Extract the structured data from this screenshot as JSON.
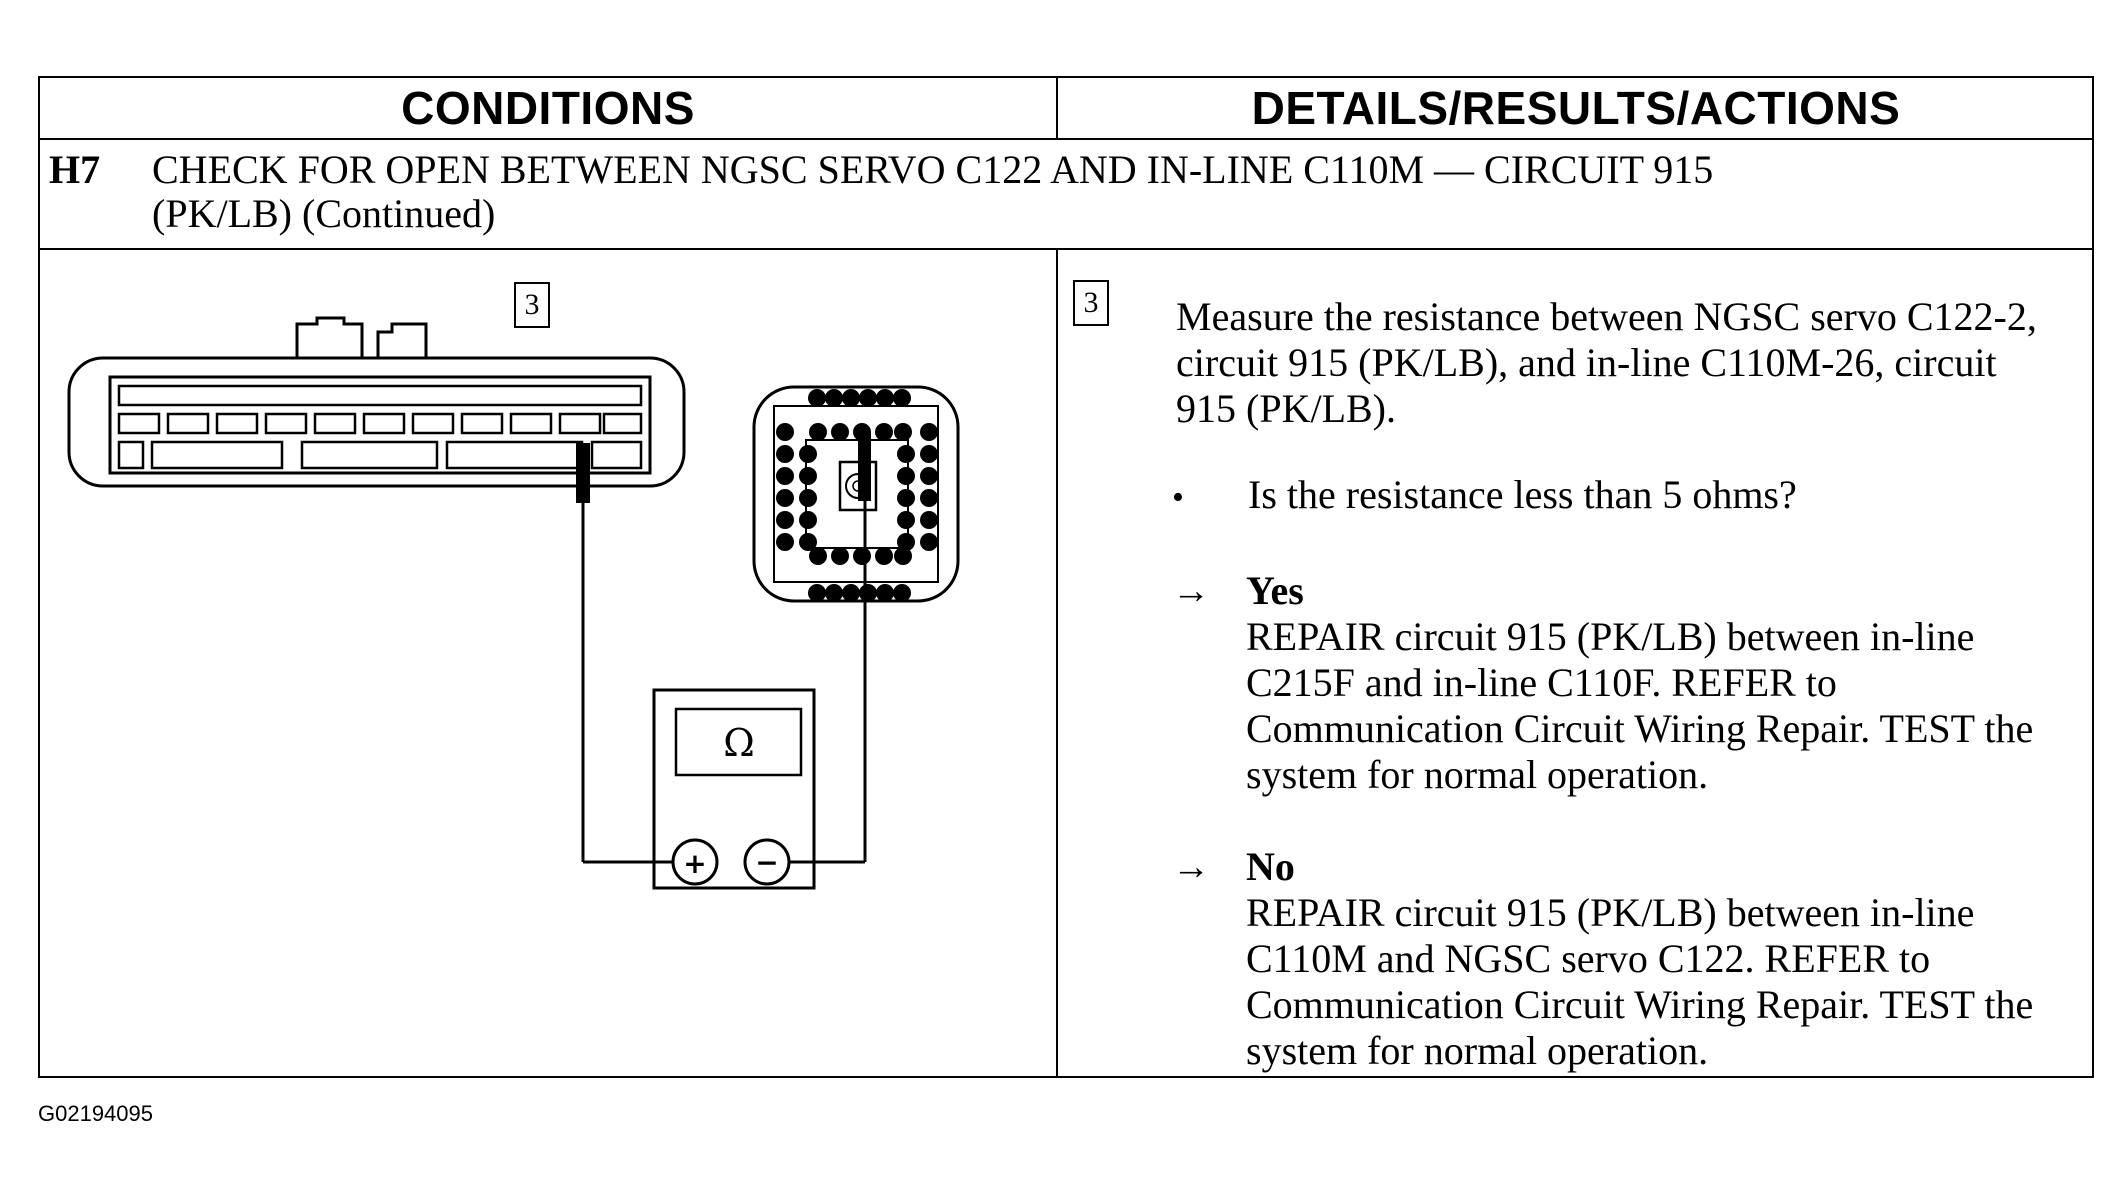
{
  "header": {
    "conditions": "CONDITIONS",
    "details": "DETAILS/RESULTS/ACTIONS"
  },
  "step": {
    "id": "H7",
    "title_line1": "CHECK FOR OPEN BETWEEN NGSC SERVO C122 AND IN-LINE C110M — CIRCUIT 915",
    "title_line2": "(PK/LB) (Continued)"
  },
  "diagram": {
    "step_number": "3",
    "meter_symbol": "Ω",
    "plus_symbol": "+",
    "minus_symbol": "−"
  },
  "details": {
    "step_number": "3",
    "instruction": "Measure the resistance between NGSC servo C122-2, circuit 915 (PK/LB), and in-line C110M-26, circuit 915 (PK/LB).",
    "bullet": "•",
    "question": "Is the resistance less than 5 ohms?",
    "arrow": "→",
    "yes_label": "Yes",
    "yes_text": "REPAIR circuit 915 (PK/LB) between in-line C215F and in-line C110F. REFER to Communication Circuit Wiring Repair. TEST the system for normal operation.",
    "no_label": "No",
    "no_text": "REPAIR circuit 915 (PK/LB) between in-line C110M and NGSC servo C122. REFER to Communication Circuit Wiring Repair. TEST the system for normal operation."
  },
  "figure_id": "G02194095"
}
